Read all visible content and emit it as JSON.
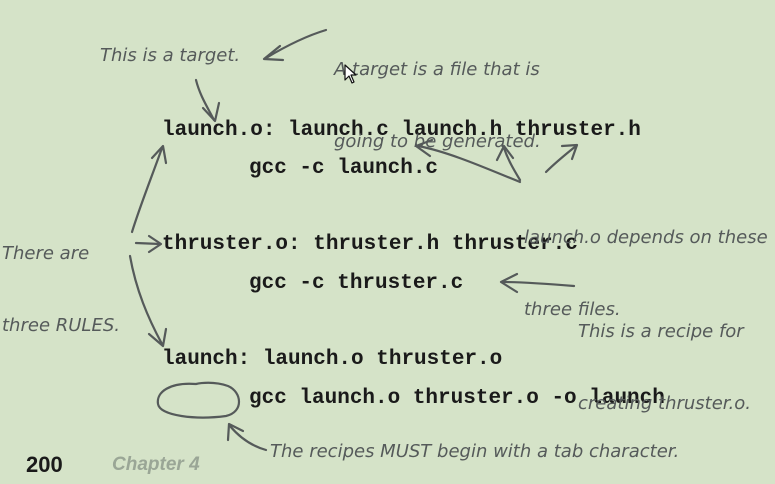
{
  "code": {
    "rule1_target": "launch.o: launch.c launch.h thruster.h",
    "rule1_recipe": "gcc -c launch.c",
    "rule2_target": "thruster.o: thruster.h thruster.c",
    "rule2_recipe": "gcc -c thruster.c",
    "rule3_target": "launch: launch.o thruster.o",
    "rule3_recipe": "gcc launch.o thruster.o -o launch"
  },
  "annotations": {
    "target_definition_line1": "A target is a file that is",
    "target_definition_line2": "going to be generated.",
    "this_is_target": "This is a target.",
    "three_rules_line1": "There are",
    "three_rules_line2": "three RULES.",
    "depends_line1": "launch.o depends on these",
    "depends_line2": "three files.",
    "recipe_line1": "This is a recipe for",
    "recipe_line2": "creating thruster.o.",
    "tab_note": "The recipes MUST begin with a tab character."
  },
  "footer": {
    "page_number": "200",
    "chapter": "Chapter 4"
  },
  "colors": {
    "background": "#d5e3c8",
    "code_text": "#1a1a1a",
    "annotation": "#555a5a",
    "chapter_text": "#9aa696"
  }
}
